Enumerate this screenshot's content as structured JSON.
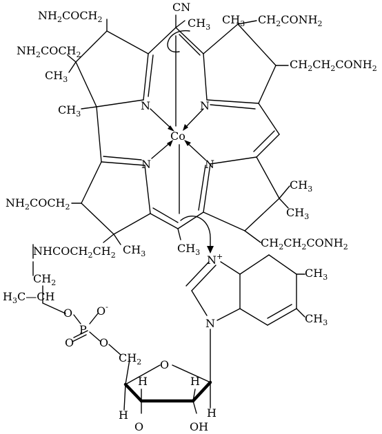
{
  "labels": {
    "cn": "CN",
    "co": "Co",
    "n": "N",
    "h": "H",
    "o": "O",
    "oh": "OH",
    "p": "P",
    "o_minus": "-",
    "n_plus": "+",
    "nh2coch2_top": [
      "NH",
      "2",
      "COCH",
      "2"
    ],
    "nh2coch2_left": [
      "NH",
      "2",
      "COCH",
      "2"
    ],
    "nh2coch2_bottom": [
      "NH",
      "2",
      "COCH",
      "2"
    ],
    "ch3": [
      "CH",
      "3"
    ],
    "ch2conh2": [
      "CH",
      "2",
      "CONH",
      "2"
    ],
    "ch2ch2conh2": [
      "CH",
      "2",
      "CH",
      "2",
      "CONH",
      "2"
    ],
    "nhcoch2ch2": [
      "NHCOCH",
      "2",
      "CH",
      "2"
    ],
    "ch2": [
      "CH",
      "2"
    ],
    "h3c_ch": [
      "H",
      "3",
      "C—CH"
    ]
  }
}
